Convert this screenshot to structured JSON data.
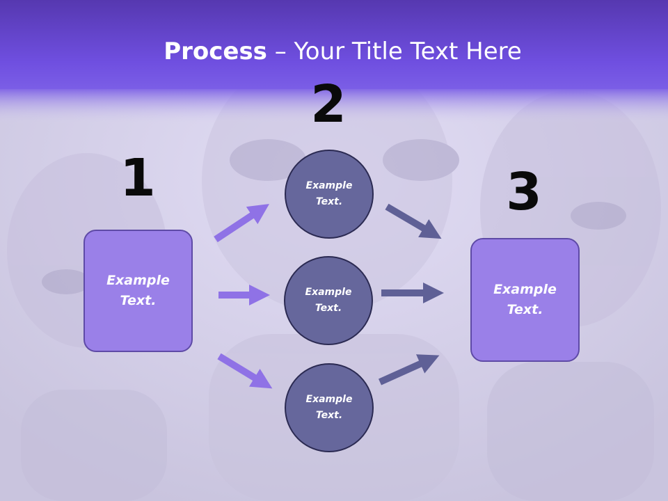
{
  "title": {
    "bold": "Process",
    "rest": " – Your Title Text Here"
  },
  "steps": [
    {
      "number": "1",
      "label_line1": "Example",
      "label_line2": "Text."
    },
    {
      "number": "2"
    },
    {
      "number": "3",
      "label_line1": "Example",
      "label_line2": "Text."
    }
  ],
  "circles": [
    {
      "label_line1": "Example",
      "label_line2": "Text."
    },
    {
      "label_line1": "Example",
      "label_line2": "Text."
    },
    {
      "label_line1": "Example",
      "label_line2": "Text."
    }
  ],
  "colors": {
    "header": "#6b4ad8",
    "box_fill": "#9a80e8",
    "circle_fill": "#66679c",
    "left_arrows": "#8f72e6",
    "right_arrows": "#5f6096"
  }
}
